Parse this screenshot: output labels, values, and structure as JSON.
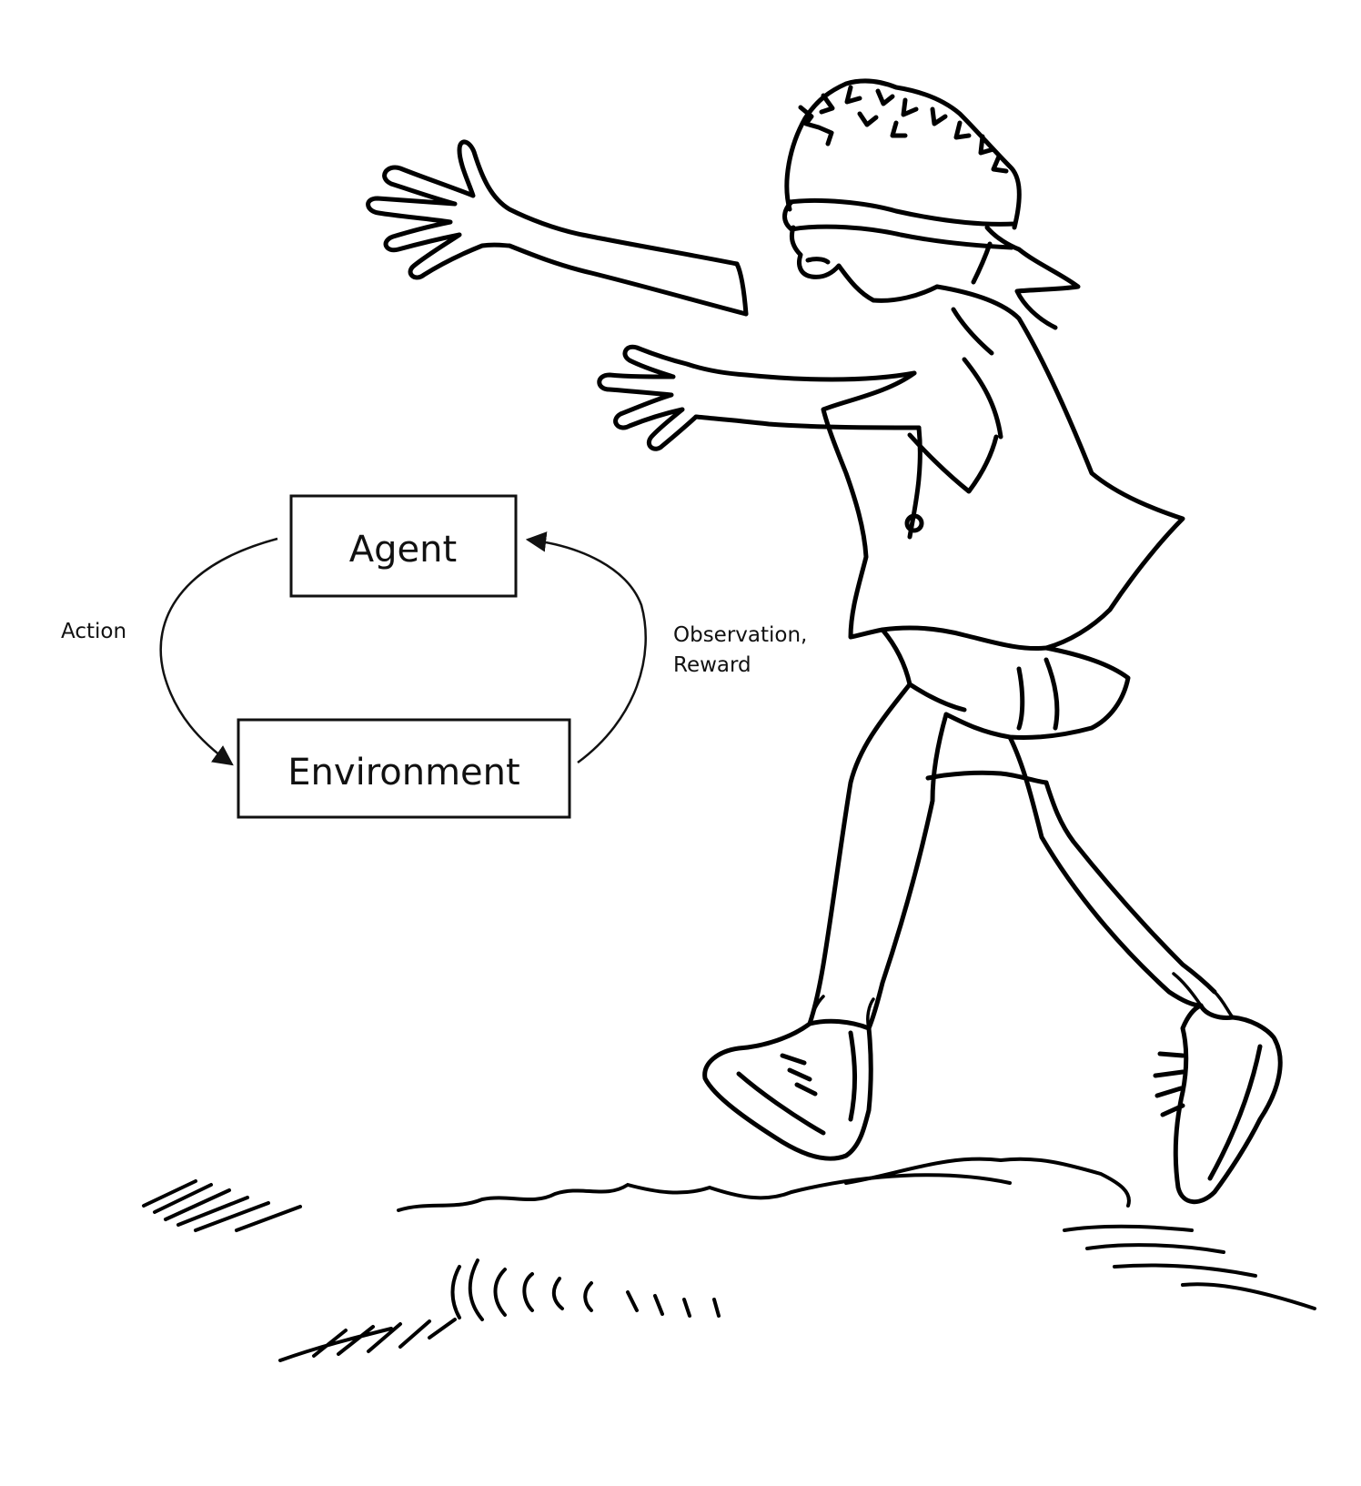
{
  "diagram": {
    "nodes": {
      "agent": {
        "label": "Agent"
      },
      "environment": {
        "label": "Environment"
      }
    },
    "edges": {
      "action": {
        "label": "Action",
        "from": "agent",
        "to": "environment"
      },
      "feedback": {
        "label_line1": "Observation,",
        "label_line2": "Reward",
        "from": "environment",
        "to": "agent"
      }
    }
  },
  "illustration": {
    "subject": "blindfolded-child-running-icon",
    "line_color": "#000000",
    "background": "#ffffff"
  }
}
